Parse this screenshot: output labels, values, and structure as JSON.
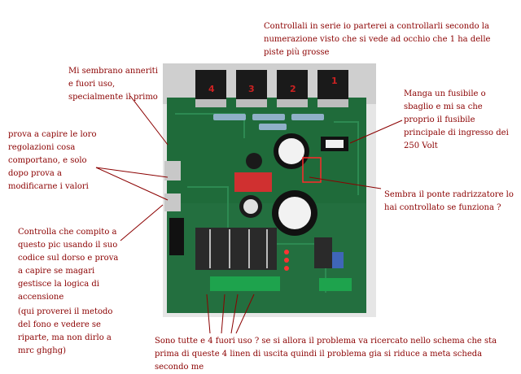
{
  "annotations": {
    "top_right": "Controllali in serie io parterei a controllarli secondo la numerazione visto che si vede ad occhio che 1 ha delle piste più grosse",
    "blackened": "Mi sembrano anneriti e fuori uso, specialmente il primo",
    "fuse": "Manga un fusibile o sbaglio e mi sa che proprio il fusibile principale di ingresso dei 250 Volt",
    "regulators": "prova a capire le loro regolazioni cosa comportano, e solo dopo prova a modificarne i valori",
    "bridge": "Sembra il ponte radrizzatore lo hai controllato se funziona ?",
    "pic": "Controlla che compito a questo pic usando il suo codice sul dorso e prova a capire se magari gestisce la logica di accensione",
    "phone": "(qui proverei il metodo del fono e vedere se riparte, ma non dirlo a mrc ghghg)",
    "bottom": "Sono tutte e 4 fuori uso ? se si allora il problema va ricercato nello schema che sta prima di queste 4 linen di uscita quindi il problema gia si riduce a meta scheda secondo me"
  },
  "transistor_numbers": [
    "4",
    "3",
    "2",
    "1"
  ],
  "colors": {
    "annotation_text": "#8b0000",
    "pointer_line": "#8b0000",
    "pcb_green": "#1f6b3a",
    "heatsink_white": "#e8e8e8"
  }
}
